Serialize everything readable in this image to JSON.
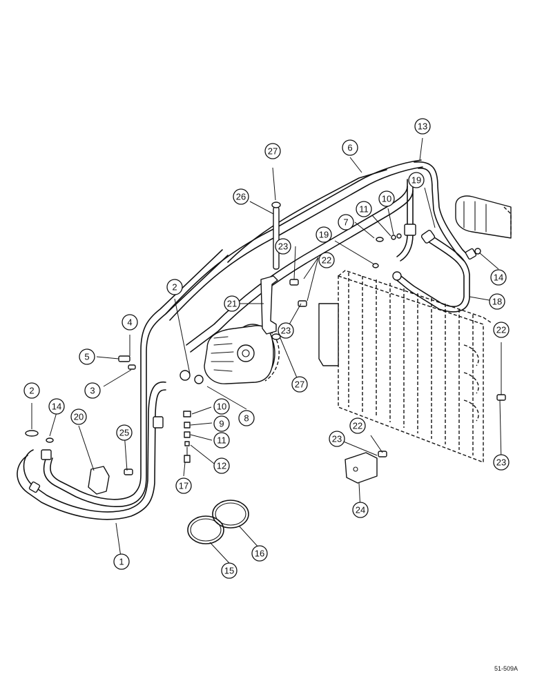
{
  "reference_code": "51-509A",
  "callouts": [
    "1",
    "2",
    "3",
    "4",
    "5",
    "6",
    "7",
    "8",
    "9",
    "10",
    "11",
    "12",
    "13",
    "14",
    "15",
    "16",
    "17",
    "18",
    "19",
    "20",
    "21",
    "22",
    "23",
    "24",
    "25",
    "26",
    "27"
  ]
}
